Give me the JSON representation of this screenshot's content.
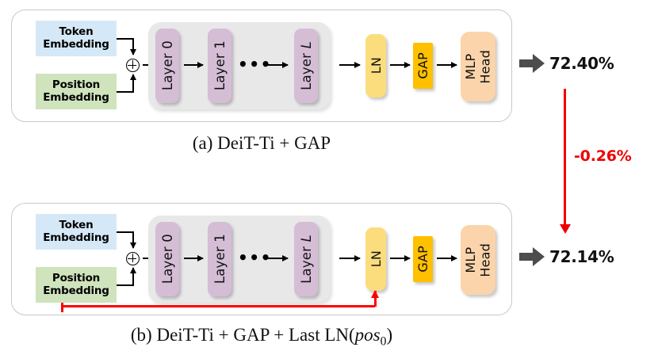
{
  "figure": {
    "title_visible": false,
    "colors": {
      "token_embedding_bg": "#d5e8f7",
      "position_embedding_bg": "#cfe3bd",
      "layer_block_bg": "#d5bdd6",
      "layers_container_bg": "#e8e8e8",
      "ln_block_bg": "#fbdd7e",
      "gap_block_bg": "#ffc000",
      "mlp_head_bg": "#fbd4ab",
      "result_arrow": "#4d4d4d",
      "delta_red": "#ef0000",
      "skip_connection_red": "#ff0000",
      "panel_border": "#c9c9c9"
    }
  },
  "diagram_a": {
    "caption_prefix": "(a) DeiT-Ti + GAP",
    "token_embedding": {
      "line1": "Token",
      "line2": "Embedding"
    },
    "position_embedding": {
      "line1": "Position",
      "line2": "Embedding"
    },
    "sum_symbol": "⊕",
    "layers": [
      {
        "label_main": "Layer",
        "label_index": "0"
      },
      {
        "label_main": "Layer",
        "label_index": "1"
      },
      {
        "label_main": "Layer",
        "label_index": "L"
      }
    ],
    "ellipsis": "•••",
    "ln_label": "LN",
    "gap_label": "GAP",
    "mlp_head": {
      "line1": "MLP",
      "line2": "Head"
    },
    "accuracy": "72.40%"
  },
  "diagram_b": {
    "caption_prefix": "(b) DeiT-Ti + GAP + Last LN(",
    "caption_math": "pos",
    "caption_sub": "0",
    "caption_suffix": ")",
    "token_embedding": {
      "line1": "Token",
      "line2": "Embedding"
    },
    "position_embedding": {
      "line1": "Position",
      "line2": "Embedding"
    },
    "sum_symbol": "⊕",
    "layers": [
      {
        "label_main": "Layer",
        "label_index": "0"
      },
      {
        "label_main": "Layer",
        "label_index": "1"
      },
      {
        "label_main": "Layer",
        "label_index": "L"
      }
    ],
    "ellipsis": "•••",
    "ln_label": "LN",
    "gap_label": "GAP",
    "mlp_head": {
      "line1": "MLP",
      "line2": "Head"
    },
    "accuracy": "72.14%"
  },
  "delta": {
    "value_label": "-0.26%"
  }
}
